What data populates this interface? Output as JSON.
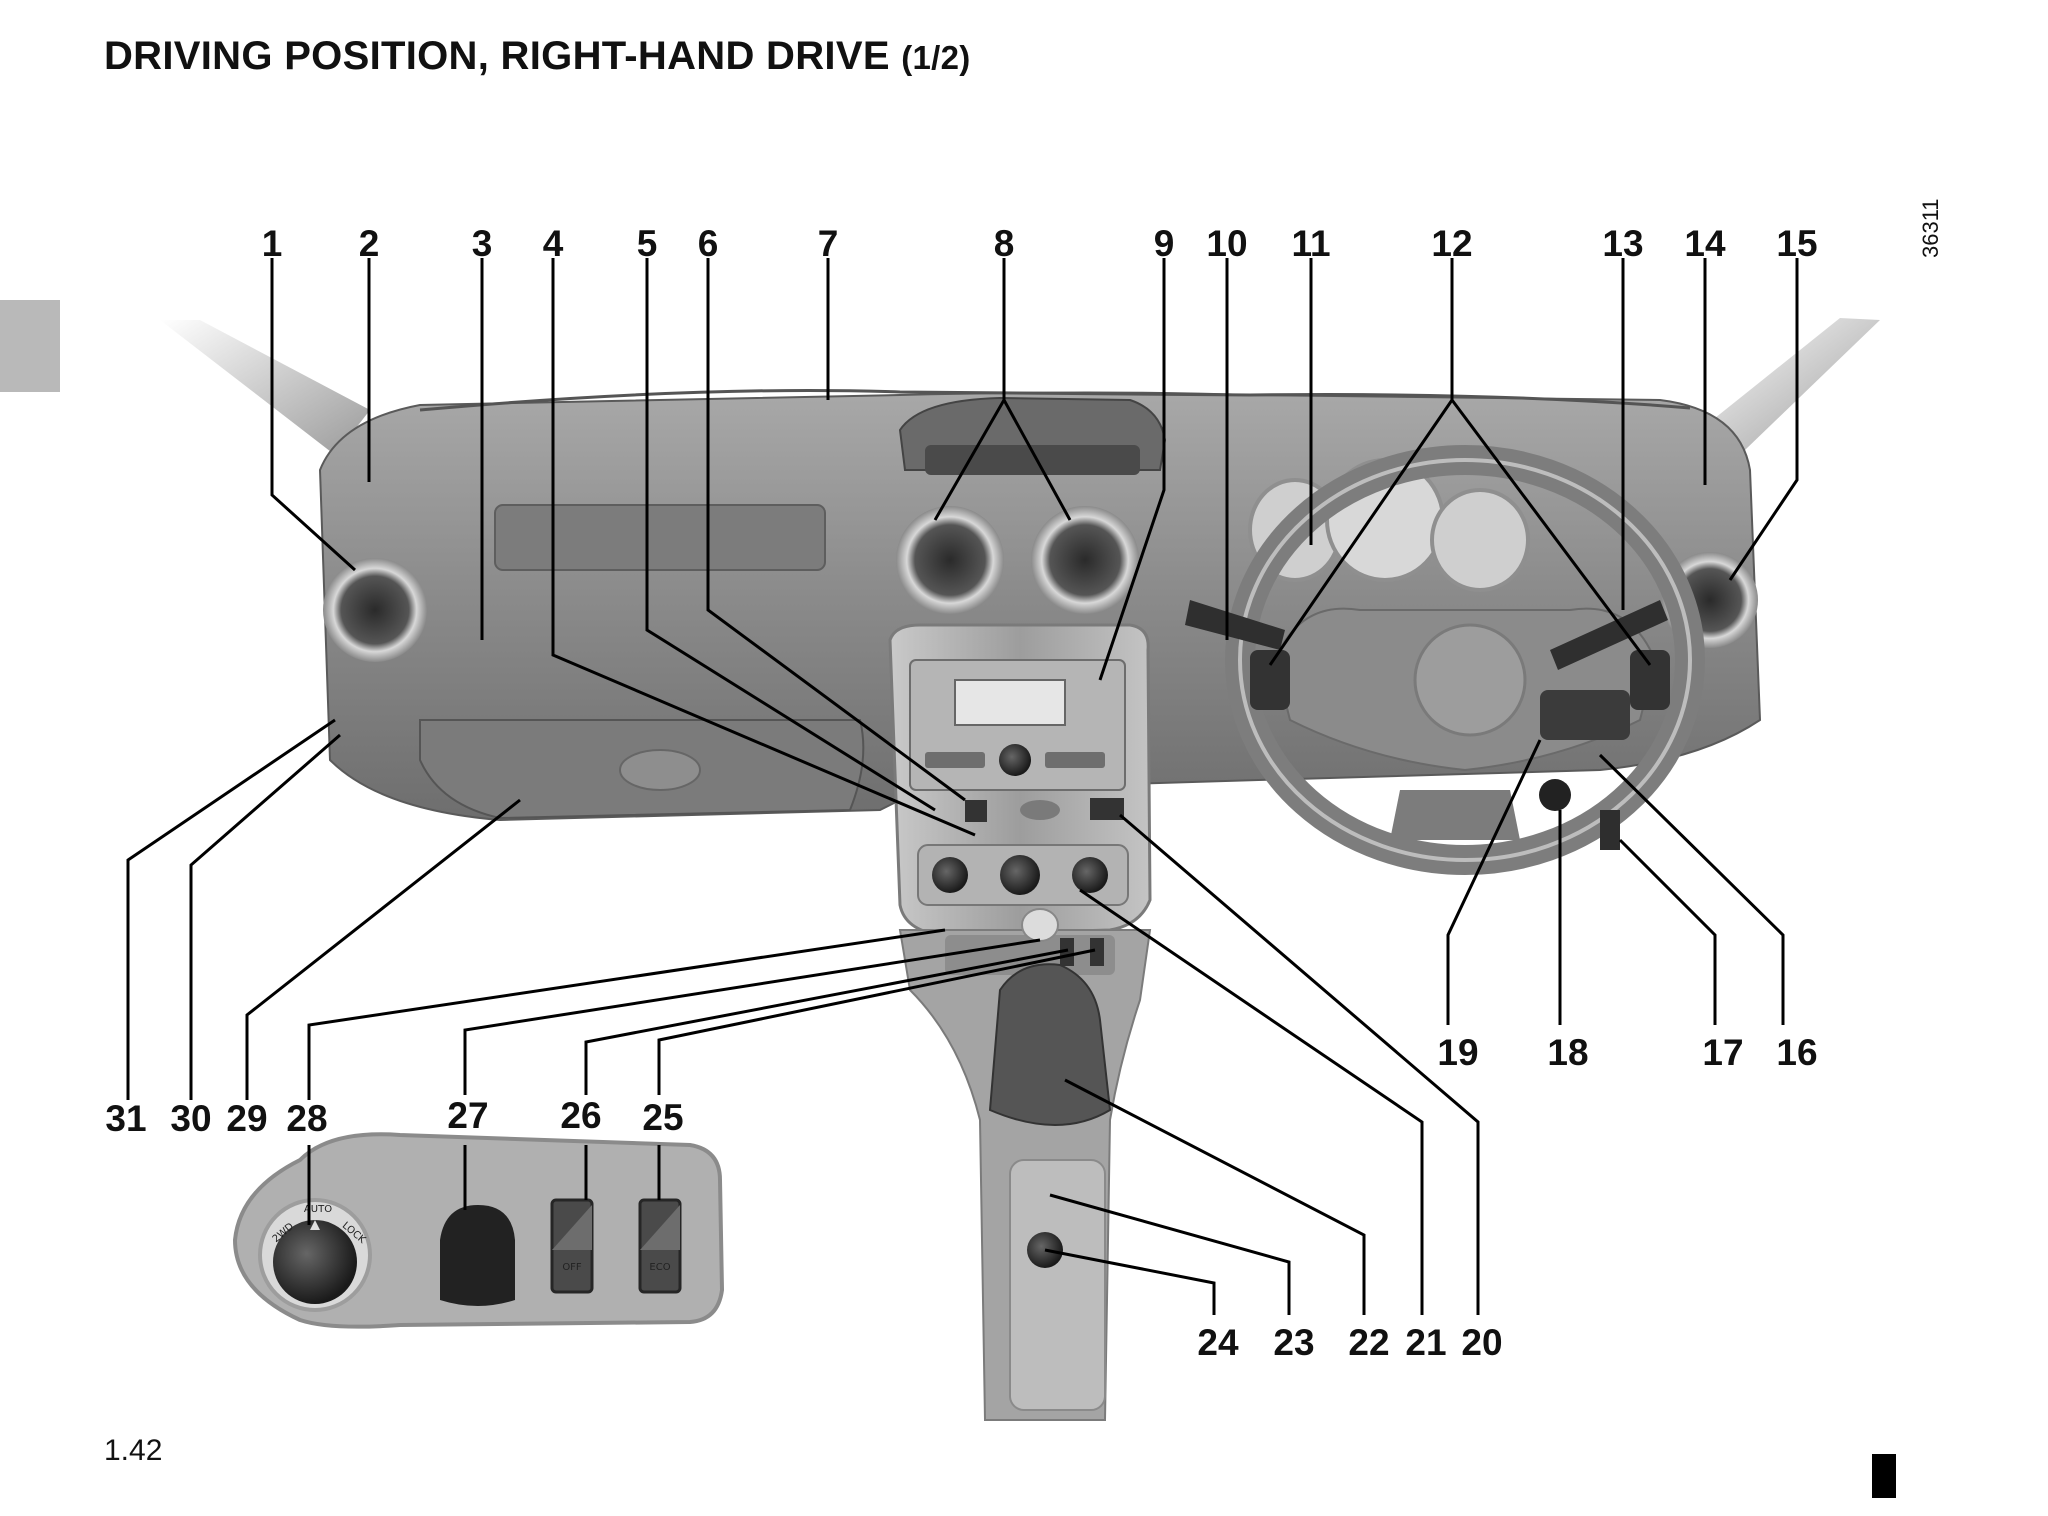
{
  "page": {
    "title": "DRIVING POSITION, RIGHT-HAND DRIVE",
    "title_part": "(1/2)",
    "page_number": "1.42",
    "figure_code": "36311"
  },
  "figure": {
    "callouts": [
      "1",
      "2",
      "3",
      "4",
      "5",
      "6",
      "7",
      "8",
      "9",
      "10",
      "11",
      "12",
      "13",
      "14",
      "15",
      "16",
      "17",
      "18",
      "19",
      "20",
      "21",
      "22",
      "23",
      "24",
      "25",
      "26",
      "27",
      "28",
      "29",
      "30",
      "31"
    ],
    "switch_panel_labels": {
      "mode_2wd": "2WD",
      "mode_auto": "AUTO",
      "mode_lock": "LOCK",
      "esp_off": "OFF",
      "eco": "ECO"
    }
  }
}
